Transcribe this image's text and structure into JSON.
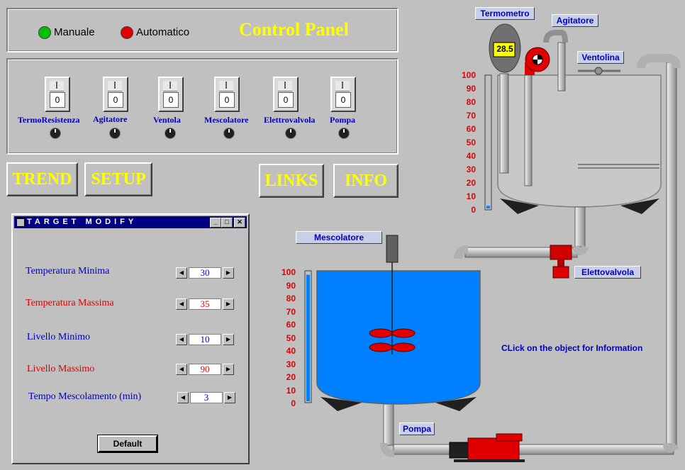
{
  "header": {
    "mode_manual": "Manuale",
    "mode_auto": "Automatico",
    "title": "Control Panel",
    "manual_color": "#00c000",
    "auto_color": "#e00000"
  },
  "switches": [
    {
      "label": "TermoResistenza",
      "value": "0"
    },
    {
      "label": "Agitatore",
      "value": "0"
    },
    {
      "label": "Ventola",
      "value": "0"
    },
    {
      "label": "Mescolatore",
      "value": "0"
    },
    {
      "label": "Elettrovalvola",
      "value": "0"
    },
    {
      "label": "Pompa",
      "value": "0"
    }
  ],
  "nav": {
    "trend": "TREND",
    "setup": "SETUP",
    "links": "LINKS",
    "info": "INFO"
  },
  "dialog": {
    "title": "TARGET MODIFY",
    "params": [
      {
        "label": "Temperatura Minima",
        "value": "30",
        "color": "#0000c0"
      },
      {
        "label": "Temperatura Massima",
        "value": "35",
        "color": "#e00000"
      },
      {
        "label": "Livello Minimo",
        "value": "10",
        "color": "#0000c0"
      },
      {
        "label": "Livello Massimo",
        "value": "90",
        "color": "#e00000"
      },
      {
        "label": "Tempo Mescolamento (min)",
        "value": "3",
        "color": "#0000c0"
      }
    ],
    "default_btn": "Default"
  },
  "plant": {
    "termometro": "Termometro",
    "agitatore": "Agitatore",
    "ventolina": "Ventolina",
    "mescolatore": "Mescolatore",
    "elettrovalvola": "Elettovalvola",
    "pompa": "Pompa",
    "thermo_reading": "28.5",
    "info_text": "CLick on the object for Information",
    "scale_ticks": [
      "100",
      "90",
      "80",
      "70",
      "60",
      "50",
      "40",
      "30",
      "20",
      "10",
      "0"
    ],
    "upper_tank_level": 2,
    "lower_tank_level": 98,
    "water_color": "#0080ff"
  }
}
